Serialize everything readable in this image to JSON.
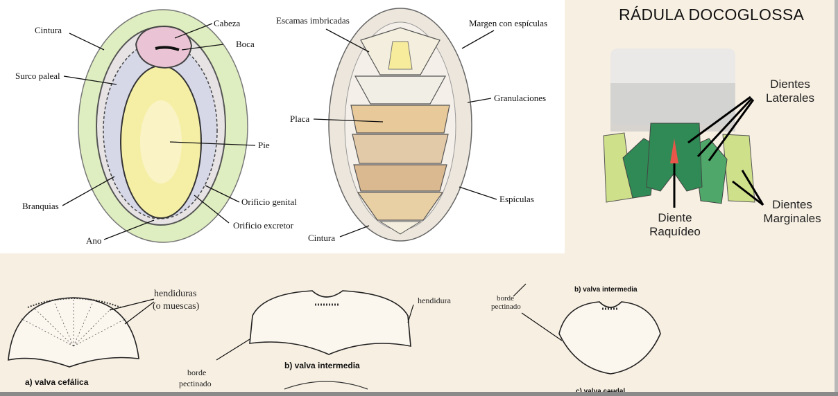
{
  "anatomy_left": {
    "labels": {
      "cintura": "Cintura",
      "cabeza": "Cabeza",
      "boca": "Boca",
      "surco": "Surco paleal",
      "pie": "Pie",
      "branquias": "Branquias",
      "orificio_genital": "Orificio genital",
      "orificio_excretor": "Orificio excretor",
      "ano": "Ano"
    }
  },
  "anatomy_right": {
    "labels": {
      "escamas": "Escamas imbricadas",
      "margen": "Margen con espículas",
      "granulaciones": "Granulaciones",
      "placa": "Placa",
      "espiculas": "Espículas",
      "cintura": "Cintura"
    }
  },
  "radula": {
    "title": "RÁDULA DOCOGLOSSA",
    "dientes_laterales": [
      "Dientes",
      "Laterales"
    ],
    "diente_raquideo": [
      "Diente",
      "Raquídeo"
    ],
    "dientes_marginales": [
      "Dientes",
      "Marginales"
    ]
  },
  "valvas": {
    "cefalica_label": "a)  valva cefálica",
    "hendiduras": "hendiduras",
    "o_muescas": "(o muescas)",
    "intermedia_label": "b)  valva intermedia",
    "hendidura": "hendidura",
    "borde": "borde",
    "pectinado": "pectinado",
    "intermedia2_label": "b)  valva intermedia",
    "borde2": "borde",
    "pectinado2": "pectinado",
    "caudal_label": "c)  valva caudal"
  }
}
